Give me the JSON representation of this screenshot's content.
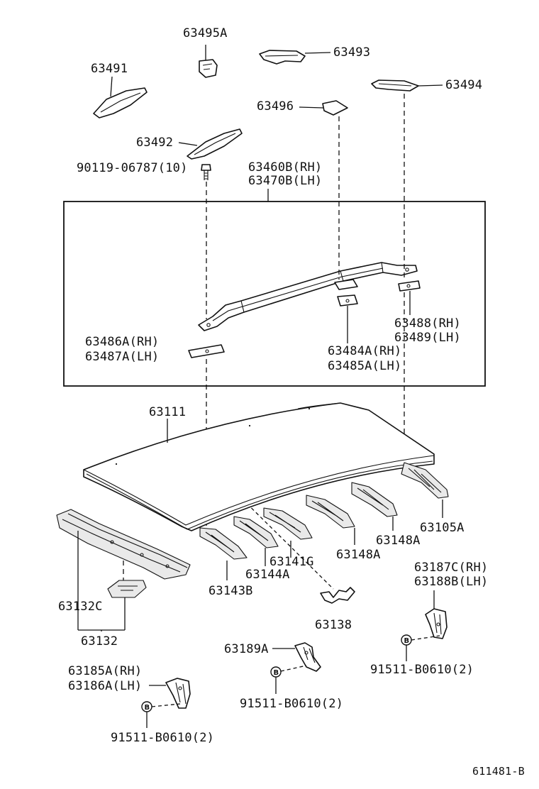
{
  "diagram": {
    "part_labels": {
      "p63495a": "63495A",
      "p63493": "63493",
      "p63491": "63491",
      "p63494": "63494",
      "p63496": "63496",
      "p63492": "63492",
      "p90119": "90119-06787(10)",
      "p63460b": "63460B(RH)",
      "p63470b": "63470B(LH)",
      "p63488": "63488(RH)",
      "p63489": "63489(LH)",
      "p63486a": "63486A(RH)",
      "p63487a": "63487A(LH)",
      "p63484a": "63484A(RH)",
      "p63485a": "63485A(LH)",
      "p63111": "63111",
      "p63105a": "63105A",
      "p63148a_1": "63148A",
      "p63148a_2": "63148A",
      "p63141g": "63141G",
      "p63144a": "63144A",
      "p63143b": "63143B",
      "p63187c": "63187C(RH)",
      "p63188b": "63188B(LH)",
      "p63132c": "63132C",
      "p63132": "63132",
      "p63138": "63138",
      "p63189a": "63189A",
      "p91511_right": "91511-B0610(2)",
      "p63185a": "63185A(RH)",
      "p63186a": "63186A(LH)",
      "p91511_mid": "91511-B0610(2)",
      "p91511_left": "91511-B0610(2)"
    },
    "bolt_marker": "B",
    "figure_code": "611481-B"
  }
}
